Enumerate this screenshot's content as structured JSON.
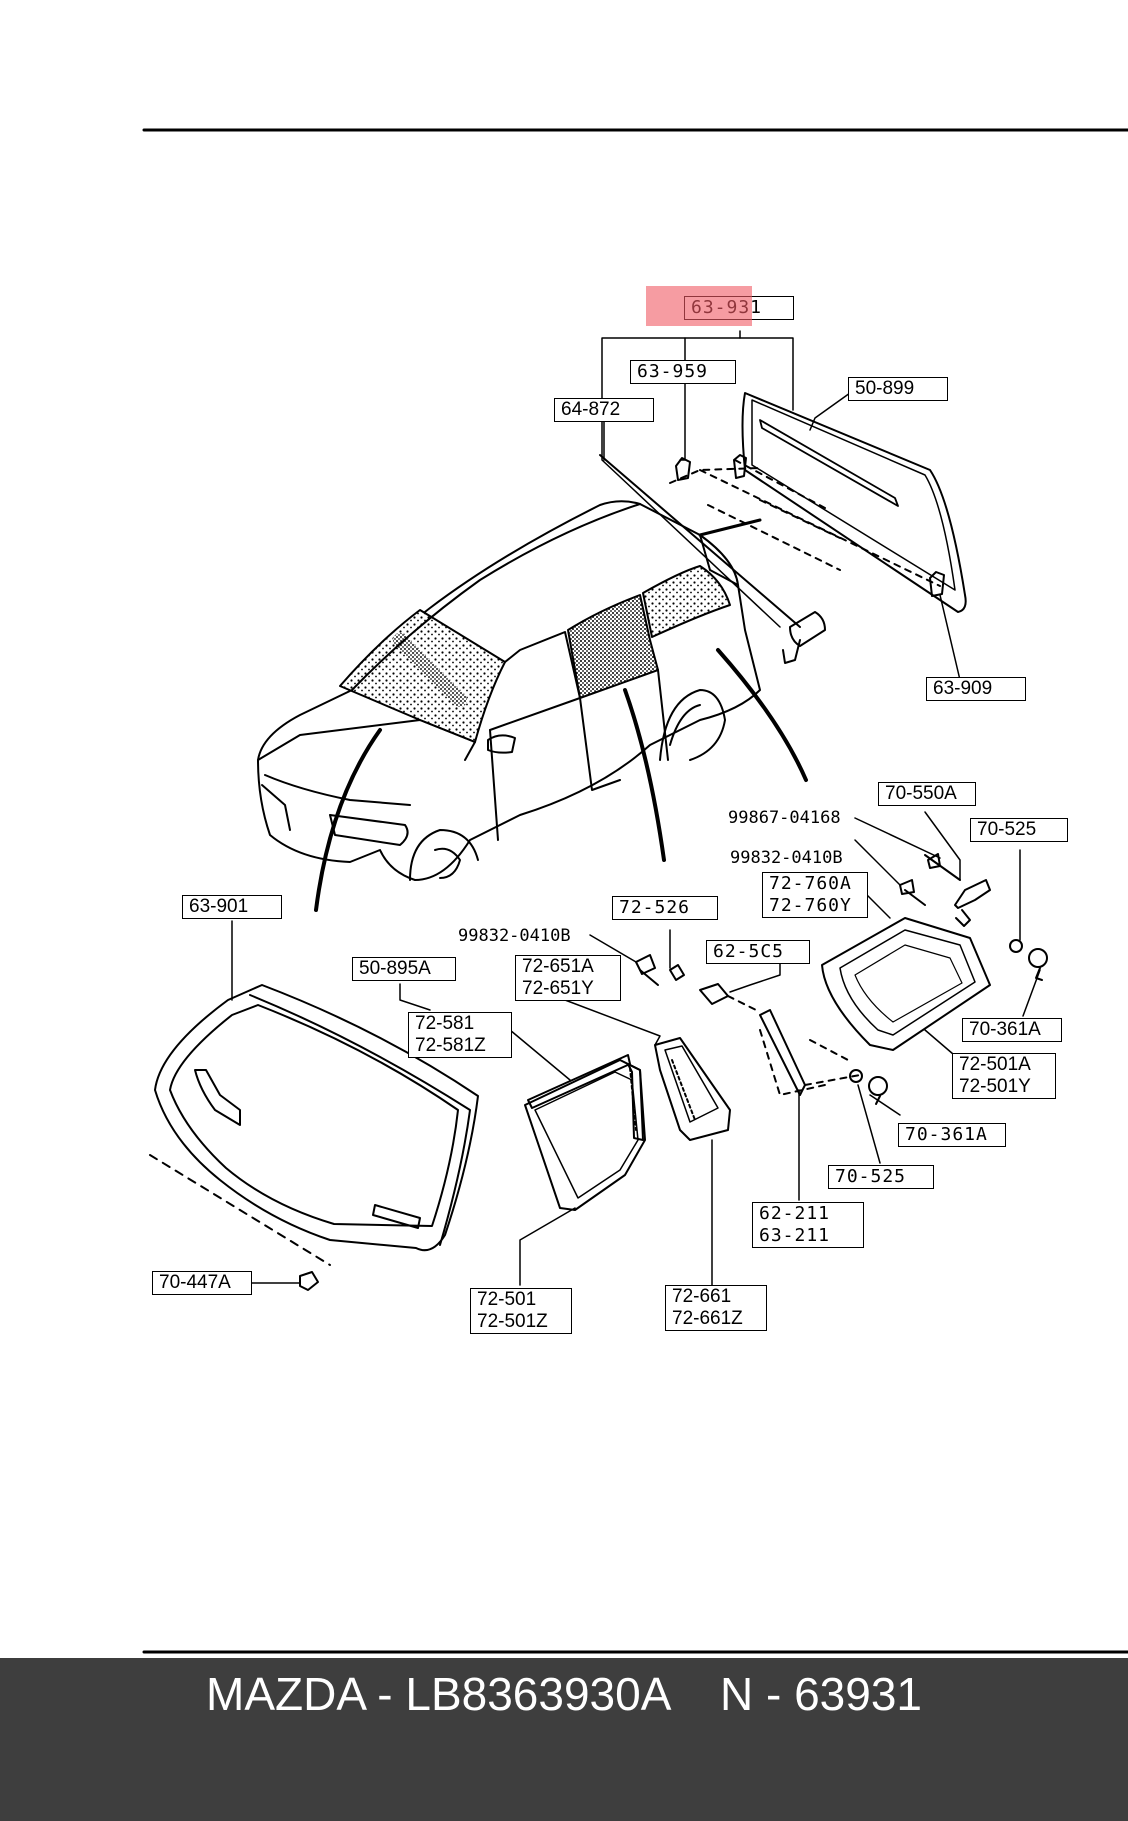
{
  "diagram": {
    "parts": {
      "p63_931": "63-931",
      "p63_959": "63-959",
      "p64_872": "64-872",
      "p50_899": "50-899",
      "p63_909": "63-909",
      "p70_550A": "70-550A",
      "p99867_04168": "99867-04168",
      "p70_525_top": "70-525",
      "p99832_0410B_a": "99832-0410B",
      "p72_760A": "72-760A",
      "p72_760Y": "72-760Y",
      "p72_526": "72-526",
      "p99832_0410B_b": "99832-0410B",
      "p63_901": "63-901",
      "p50_895A": "50-895A",
      "p72_651A": "72-651A",
      "p72_651Y": "72-651Y",
      "p62_5C5": "62-5C5",
      "p70_361A_top": "70-361A",
      "p72_581": "72-581",
      "p72_581Z": "72-581Z",
      "p72_501A": "72-501A",
      "p72_501Y": "72-501Y",
      "p70_361A_bot": "70-361A",
      "p70_525_bot": "70-525",
      "p62_211": "62-211",
      "p63_211": "63-211",
      "p70_447A": "70-447A",
      "p72_501": "72-501",
      "p72_501Z": "72-501Z",
      "p72_661": "72-661",
      "p72_661Z": "72-661Z"
    },
    "highlighted_part": "63-931"
  },
  "footer": {
    "caption": "MAZDA - LB8363930A    N - 63931",
    "background": "#3e3e3e",
    "text_color": "#ffffff"
  },
  "highlight_color": "#f05a64"
}
